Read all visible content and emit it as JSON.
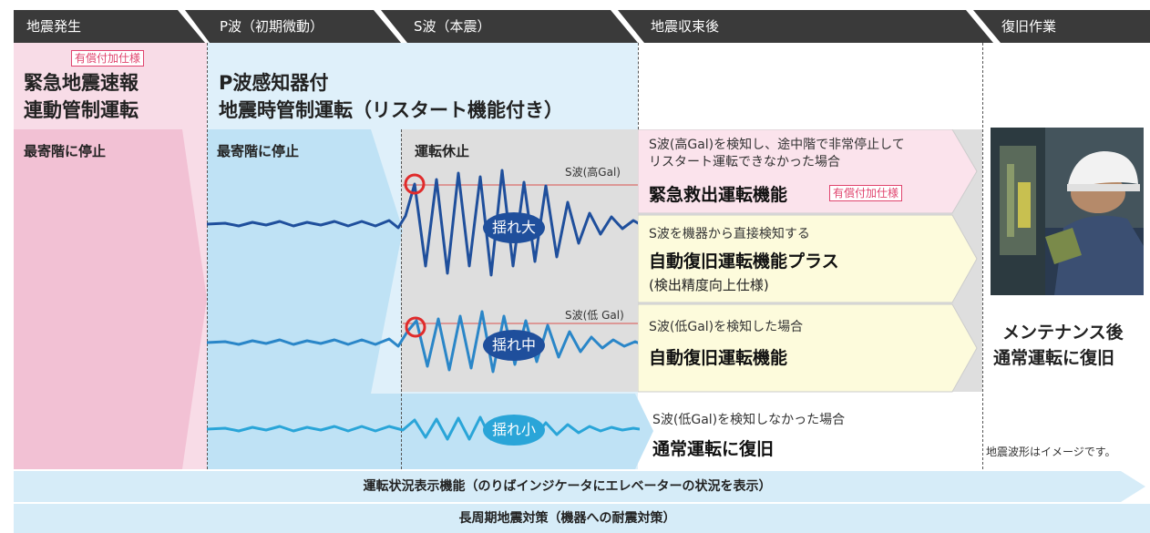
{
  "header": {
    "phase1": "地震発生",
    "phase2": "P波（初期微動）",
    "phase3": "S波（本震）",
    "phase4": "地震収束後",
    "phase5": "復旧作業"
  },
  "colors": {
    "header_bg": "#3a3a3a",
    "pink_zone": "#f8dce7",
    "pink_arrow": "#f2c1d4",
    "blue_zone": "#dff0fa",
    "blue_arrow": "#bfe2f5",
    "gray_zone": "#dedede",
    "wave_dark": "#1f4f9c",
    "wave_mid": "#2a86c8",
    "wave_light": "#2aa5d8",
    "optional_tag": "#e0446e"
  },
  "emergency": {
    "tag": "有償付加仕様",
    "title_line1": "緊急地震速報",
    "title_line2": "連動管制運転",
    "action": "最寄階に停止"
  },
  "pwave": {
    "title_line1": "P波感知器付",
    "title_line2": "地震時管制運転（リスタート機能付き）",
    "action": "最寄階に停止"
  },
  "swave": {
    "action": "運転休止",
    "label_high": "S波(高Gal)",
    "label_low": "S波(低 Gal)",
    "shake_large": "揺れ大",
    "shake_medium": "揺れ中",
    "shake_small": "揺れ小"
  },
  "after": {
    "case1_desc_line1": "S波(高Gal)を検知し、途中階で非常停止して",
    "case1_desc_line2": "リスタート運転できなかった場合",
    "case1_title": "緊急救出運転機能",
    "case1_tag": "有償付加仕様",
    "case2_desc": "S波を機器から直接検知する",
    "case2_title": "自動復旧運転機能プラス",
    "case2_sub": "(検出精度向上仕様)",
    "case3_desc": "S波(低Gal)を検知した場合",
    "case3_title": "自動復旧運転機能",
    "case4_desc": "S波(低Gal)を検知しなかった場合",
    "case4_title": "通常運転に復旧"
  },
  "recovery": {
    "title_line1": "メンテナンス後",
    "title_line2": "通常運転に復旧",
    "note": "地震波形はイメージです。"
  },
  "bottom": {
    "bar1": "運転状況表示機能（のりばインジケータにエレベーターの状況を表示）",
    "bar2": "長周期地震対策（機器への耐震対策）"
  }
}
